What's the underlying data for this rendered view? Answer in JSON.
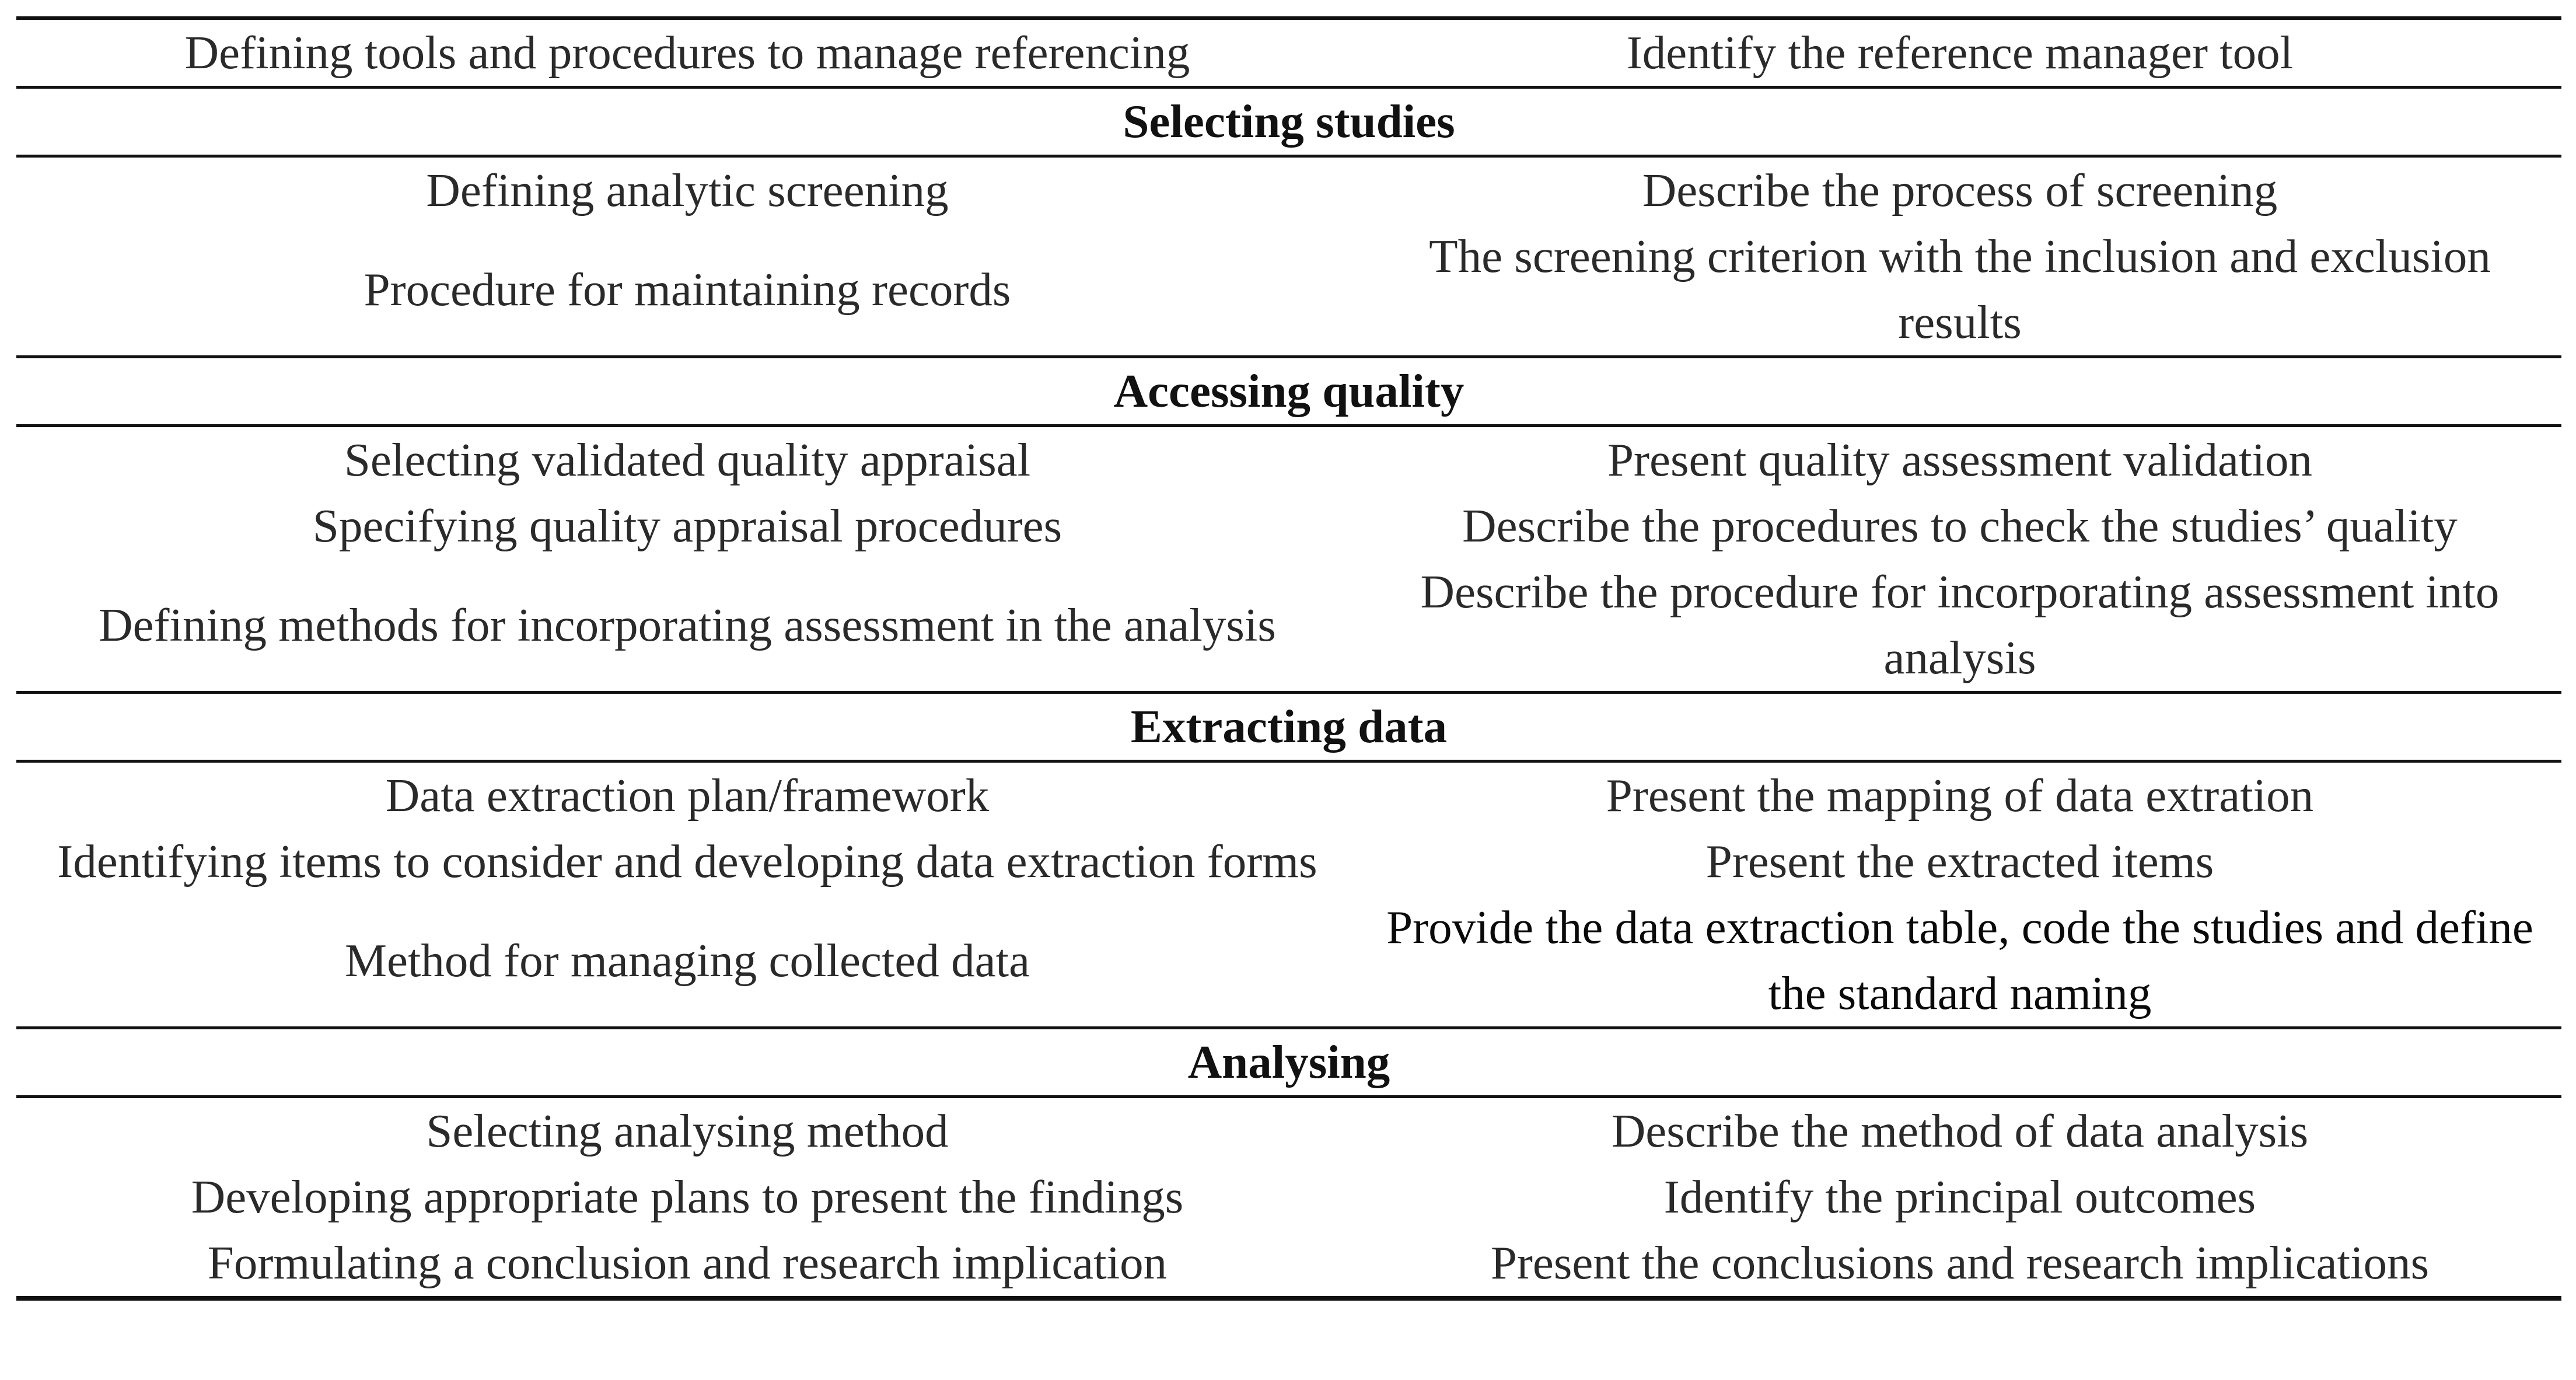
{
  "table": {
    "top_row": {
      "left": "Defining tools and procedures to manage referencing",
      "right": "Identify the reference manager tool"
    },
    "sections": [
      {
        "title": "Selecting studies",
        "rows": [
          {
            "left": "Defining analytic screening",
            "right": "Describe the process of screening"
          },
          {
            "left": "Procedure for maintaining records",
            "right": "The screening criterion with the inclusion and exclusion results"
          }
        ]
      },
      {
        "title": "Accessing quality",
        "rows": [
          {
            "left": "Selecting validated quality appraisal",
            "right": "Present quality assessment validation"
          },
          {
            "left": "Specifying quality appraisal procedures",
            "right": "Describe the procedures to check the studies’ quality"
          },
          {
            "left": "Defining methods for incorporating assessment in the analysis",
            "right": "Describe the procedure for incorporating assessment into analysis"
          }
        ]
      },
      {
        "title": "Extracting data",
        "rows": [
          {
            "left": "Data extraction plan/framework",
            "right": "Present the mapping of data extration"
          },
          {
            "left": "Identifying items to consider and developing data extraction forms",
            "right": "Present the extracted items"
          },
          {
            "left": "Method for managing collected data",
            "right": "Provide the data extraction table, code the studies and define the standard naming"
          }
        ]
      },
      {
        "title": "Analysing",
        "rows": [
          {
            "left": "Selecting analysing method",
            "right": "Describe the method of data analysis"
          },
          {
            "left": "Developing appropriate plans to present the findings",
            "right": "Identify the principal outcomes"
          },
          {
            "left": "Formulating a conclusion and research implication",
            "right": "Present the conclusions and research implications"
          }
        ]
      }
    ]
  }
}
